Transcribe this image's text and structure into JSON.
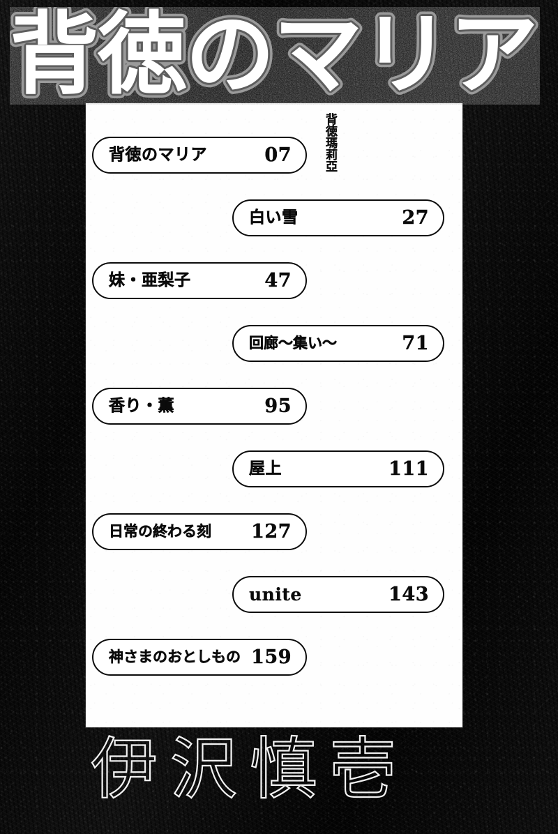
{
  "cover": {
    "title_main": "背徳のマリア",
    "title_vertical": "背徳瑪莉亞",
    "author": "伊沢慎壱",
    "background_color": "#0a0a0a",
    "panel_color": "#fefefe",
    "ink_color": "#0b0b0b"
  },
  "toc": {
    "items": [
      {
        "title": "背徳のマリア",
        "page": "07",
        "align": "left",
        "script": "jp"
      },
      {
        "title": "白い雪",
        "page": "27",
        "align": "right",
        "script": "jp"
      },
      {
        "title": "妹・亜梨子",
        "page": "47",
        "align": "left",
        "script": "jp"
      },
      {
        "title": "回廊〜集い〜",
        "page": "71",
        "align": "right",
        "script": "jp"
      },
      {
        "title": "香り・薫",
        "page": "95",
        "align": "left",
        "script": "jp"
      },
      {
        "title": "屋上",
        "page": "111",
        "align": "right",
        "script": "jp"
      },
      {
        "title": "日常の終わる刻",
        "page": "127",
        "align": "left",
        "script": "jp"
      },
      {
        "title": "unite",
        "page": "143",
        "align": "right",
        "script": "latin"
      },
      {
        "title": "神さまのおとしもの",
        "page": "159",
        "align": "left",
        "script": "jp"
      }
    ]
  }
}
